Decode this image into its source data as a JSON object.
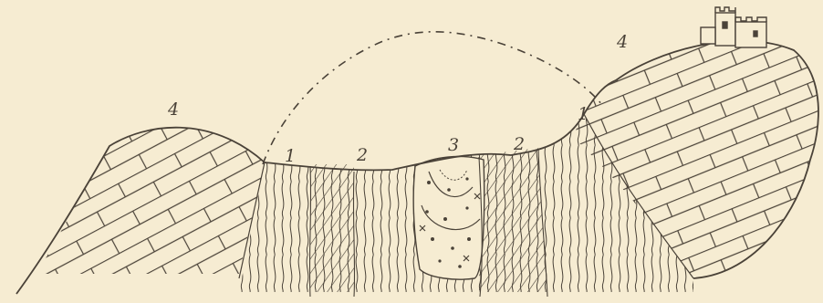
{
  "colors": {
    "paper": "#f6ecd2",
    "ink": "#4a4238"
  },
  "labels": {
    "left_hill": "4",
    "left_boundary": "1",
    "left_band": "2",
    "center_basin": "3",
    "right_band": "2",
    "right_boundary": "1",
    "right_hill": "4"
  },
  "icons": [
    "castle-icon"
  ]
}
